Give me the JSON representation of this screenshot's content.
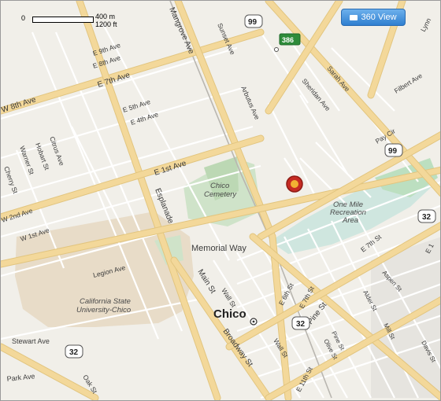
{
  "controls": {
    "view360_label": "360 View",
    "view360_icon": "camera-icon"
  },
  "scale": {
    "zero": "0",
    "metric": "400 m",
    "imperial": "1200 ft"
  },
  "marker": {
    "color": "#e4362b",
    "ring": "#f2b233"
  },
  "colors": {
    "park": "#cfe3c9",
    "water": "#cfe6df",
    "campus": "#e8dcc8",
    "major_road": "#f3d89a"
  },
  "streets": {
    "w8th": "W 8th Ave",
    "e9th": "E 9th Ave",
    "e8th": "E 8th Ave",
    "e7th": "E 7th Ave",
    "e5th": "E 5th Ave",
    "e4th": "E 4th Ave",
    "e1st": "E 1st Ave",
    "esplanade": "Esplanade",
    "mangrove": "Mangrove Ave",
    "sunset": "Sunset Ave",
    "arbutus": "Arbutus Ave",
    "sarah": "Sarah Ave",
    "sheridan": "Sheridan Ave",
    "filbert": "Filbert Ave",
    "lynn": "Lynn",
    "e1x": "E 1",
    "paycir": "Pay Cir",
    "citrus": "Citrus Ave",
    "hobart": "Hobart St",
    "warner": "Warner St",
    "cherry": "Cherry St",
    "w2nd": "W 2nd Ave",
    "w1st": "W 1st Ave",
    "memorial": "Memorial Way",
    "legion": "Legion Ave",
    "e7thr": "E 7th St",
    "e1xr": "E 1",
    "aspen": "Aspen St",
    "alder": "Alder St",
    "mill": "Mill St",
    "davis": "Davis St",
    "wall1": "Wall St",
    "main": "Main St",
    "e6th": "E 6th St",
    "e7thb": "E 7th St",
    "pine": "Pine St",
    "broadway": "Broadway St",
    "wall2": "Wall St",
    "pine2": "Pine St",
    "olive": "Olive St",
    "e11th": "E 11th St",
    "stewart": "Stewart Ave",
    "park": "Park Ave",
    "oak": "Oak St"
  },
  "places": {
    "cemetery1": "Chico",
    "cemetery2": "Cemetery",
    "recreation1": "One Mile",
    "recreation2": "Recreation",
    "recreation3": "Area",
    "csu1": "California State",
    "csu2": "University-Chico",
    "city": "Chico"
  },
  "shields": {
    "r99a": "99",
    "r386": "386",
    "r99b": "99",
    "r32a": "32",
    "r32b": "32",
    "r32c": "32"
  }
}
